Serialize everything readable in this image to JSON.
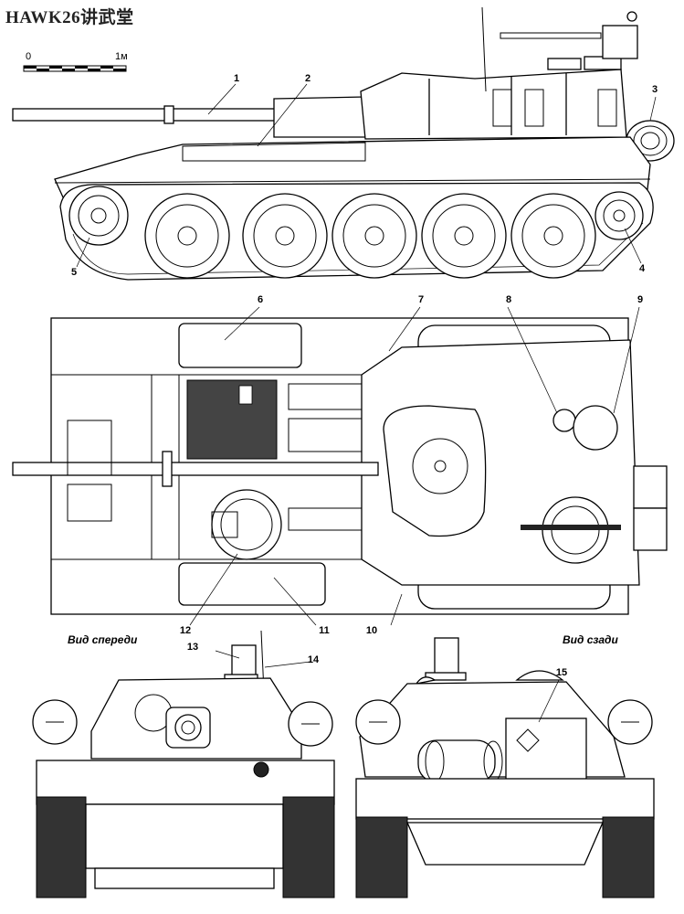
{
  "watermark": "HAWK26讲武堂",
  "scale_bar": {
    "start_label": "0",
    "end_label": "1м"
  },
  "view_titles": {
    "front": "Вид спереди",
    "rear": "Вид сзади"
  },
  "callouts": [
    "1",
    "2",
    "3",
    "4",
    "5",
    "6",
    "7",
    "8",
    "9",
    "10",
    "11",
    "12",
    "13",
    "14",
    "15"
  ],
  "icons": {
    "road_wheel": "road-wheel-icon",
    "hatch": "hatch-icon"
  }
}
